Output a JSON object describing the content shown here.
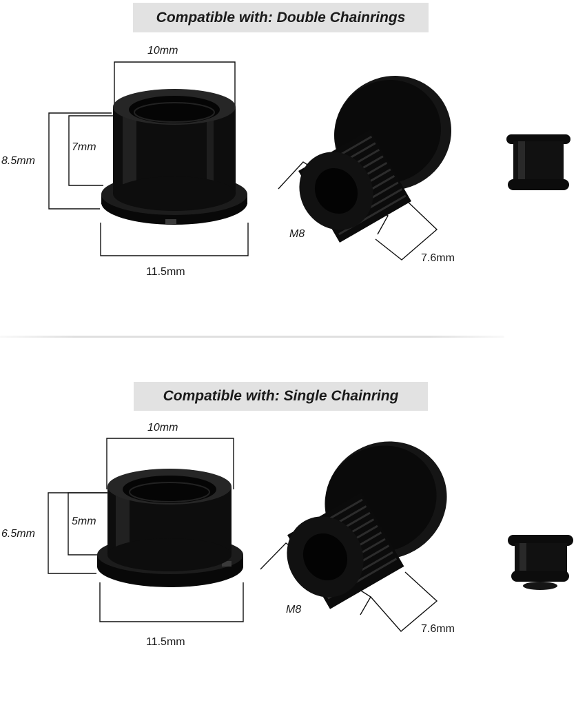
{
  "sections": [
    {
      "banner": "Compatible with: Double Chainrings",
      "dims": {
        "top_width": "10mm",
        "outer_height": "8.5mm",
        "inner_height": "7mm",
        "base_width": "11.5mm",
        "thread": "M8",
        "thread_length": "7.6mm"
      }
    },
    {
      "banner": "Compatible with: Single Chainring",
      "dims": {
        "top_width": "10mm",
        "outer_height": "6.5mm",
        "inner_height": "5mm",
        "base_width": "11.5mm",
        "thread": "M8",
        "thread_length": "7.6mm"
      }
    }
  ],
  "colors": {
    "banner_bg": "#e2e2e2",
    "part": "#0b0b0b",
    "line": "#111111"
  }
}
